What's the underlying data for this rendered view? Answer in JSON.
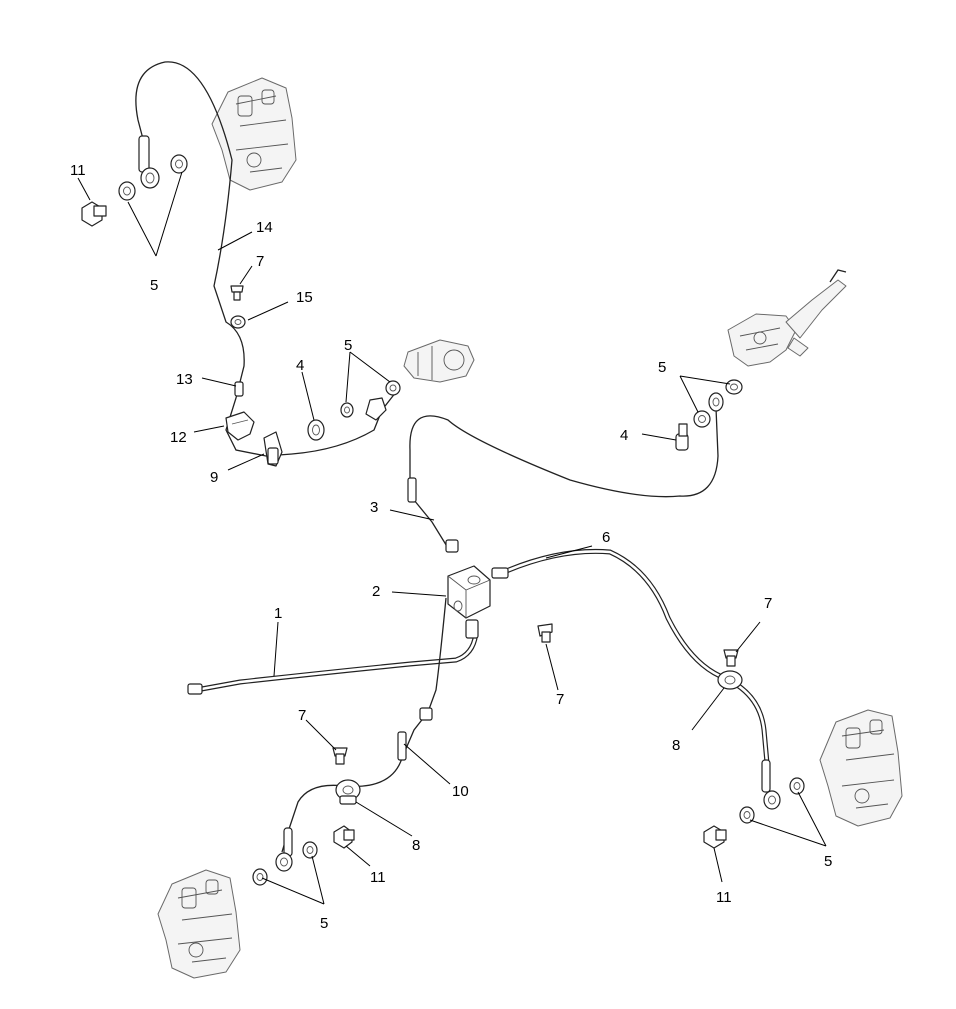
{
  "callouts": [
    {
      "id": "c-1",
      "text": "1"
    },
    {
      "id": "c-2",
      "text": "2"
    },
    {
      "id": "c-3",
      "text": "3"
    },
    {
      "id": "c-4a",
      "text": "4"
    },
    {
      "id": "c-4b",
      "text": "4"
    },
    {
      "id": "c-5a",
      "text": "5"
    },
    {
      "id": "c-5b",
      "text": "5"
    },
    {
      "id": "c-5c",
      "text": "5"
    },
    {
      "id": "c-5d",
      "text": "5"
    },
    {
      "id": "c-5e",
      "text": "5"
    },
    {
      "id": "c-6",
      "text": "6"
    },
    {
      "id": "c-7a",
      "text": "7"
    },
    {
      "id": "c-7b",
      "text": "7"
    },
    {
      "id": "c-7c",
      "text": "7"
    },
    {
      "id": "c-7d",
      "text": "7"
    },
    {
      "id": "c-8a",
      "text": "8"
    },
    {
      "id": "c-8b",
      "text": "8"
    },
    {
      "id": "c-9",
      "text": "9"
    },
    {
      "id": "c-10",
      "text": "10"
    },
    {
      "id": "c-11a",
      "text": "11"
    },
    {
      "id": "c-11b",
      "text": "11"
    },
    {
      "id": "c-11c",
      "text": "11"
    },
    {
      "id": "c-12",
      "text": "12"
    },
    {
      "id": "c-13",
      "text": "13"
    },
    {
      "id": "c-14",
      "text": "14"
    },
    {
      "id": "c-15",
      "text": "15"
    }
  ]
}
